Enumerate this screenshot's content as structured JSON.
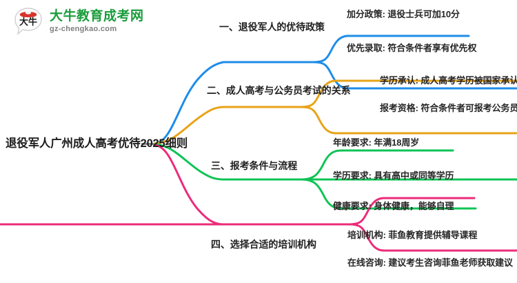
{
  "logo": {
    "mark_name": "da-niu-speech-bubble-logo",
    "mark_text": "大牛",
    "name": "大牛教育成考网",
    "domain": "gz-chengkao.com",
    "brand_color": "#1a9c3c",
    "mark_accent_color": "#d9342b"
  },
  "mindmap": {
    "root": {
      "label": "退役军人广州成人高考优待2025细则"
    },
    "branches": [
      {
        "label": "一、退役军人的优待政策",
        "color": "#1e8ce8",
        "children": [
          {
            "label": "加分政策: 退役士兵可加10分"
          },
          {
            "label": "优先录取: 符合条件者享有优先权"
          }
        ]
      },
      {
        "label": "二、成人高考与公务员考试的关系",
        "color": "#e8a317",
        "children": [
          {
            "label": "学历承认: 成人高考学历被国家承认"
          },
          {
            "label": "报考资格: 符合条件者可报考公务员"
          }
        ]
      },
      {
        "label": "三、报考条件与流程",
        "color": "#0ec355",
        "children": [
          {
            "label": "年龄要求: 年满18周岁"
          },
          {
            "label": "学历要求: 具有高中或同等学历"
          },
          {
            "label": "健康要求: 身体健康，能够自理"
          }
        ]
      },
      {
        "label": "四、选择合适的培训机构",
        "color": "#ec2b7a",
        "children": [
          {
            "label": "培训机构: 菲鱼教育提供辅导课程"
          },
          {
            "label": "在线咨询: 建议考生咨询菲鱼老师获取建议"
          }
        ]
      }
    ]
  }
}
